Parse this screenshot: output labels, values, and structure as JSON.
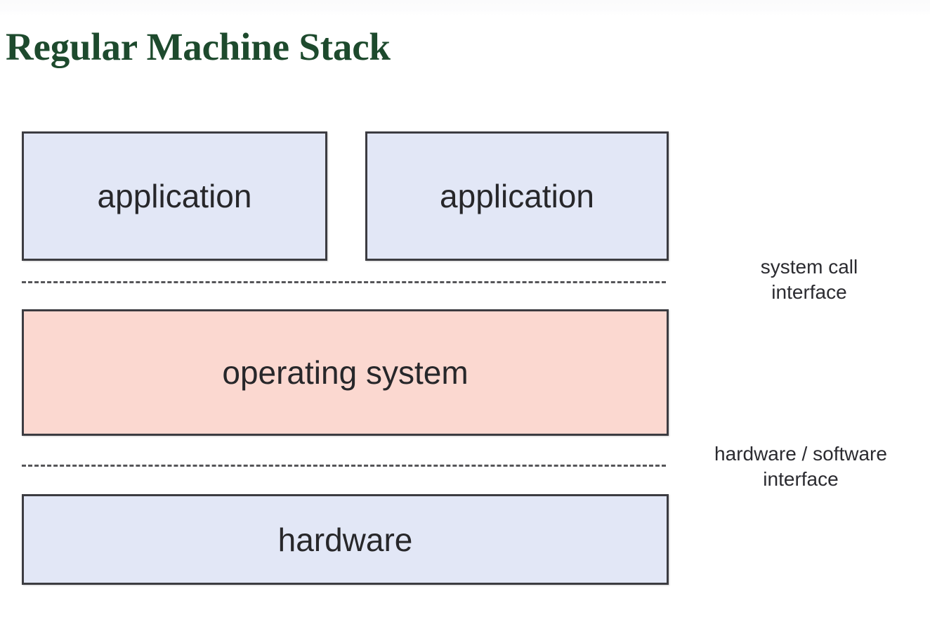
{
  "slide": {
    "title": "Regular Machine Stack",
    "title_color": "#1d4a2d",
    "background": "#ffffff"
  },
  "diagram": {
    "type": "layered-stack",
    "boxes": [
      {
        "id": "application-left",
        "label": "application",
        "fill": "#e2e7f6",
        "border": "#3c3c41",
        "layer": "application"
      },
      {
        "id": "application-right",
        "label": "application",
        "fill": "#e2e7f6",
        "border": "#3c3c41",
        "layer": "application"
      },
      {
        "id": "operating-system",
        "label": "operating system",
        "fill": "#fbd8d0",
        "border": "#3c3c41",
        "layer": "operating-system"
      },
      {
        "id": "hardware",
        "label": "hardware",
        "fill": "#e2e7f6",
        "border": "#3c3c41",
        "layer": "hardware"
      }
    ],
    "dividers": [
      {
        "id": "system-call-interface",
        "style": "dashed",
        "color": "#565659",
        "label_line_1": "system call",
        "label_line_2": "interface"
      },
      {
        "id": "hardware-software-interface",
        "style": "dashed",
        "color": "#565659",
        "label_line_1": "hardware / software",
        "label_line_2": "interface"
      }
    ]
  }
}
